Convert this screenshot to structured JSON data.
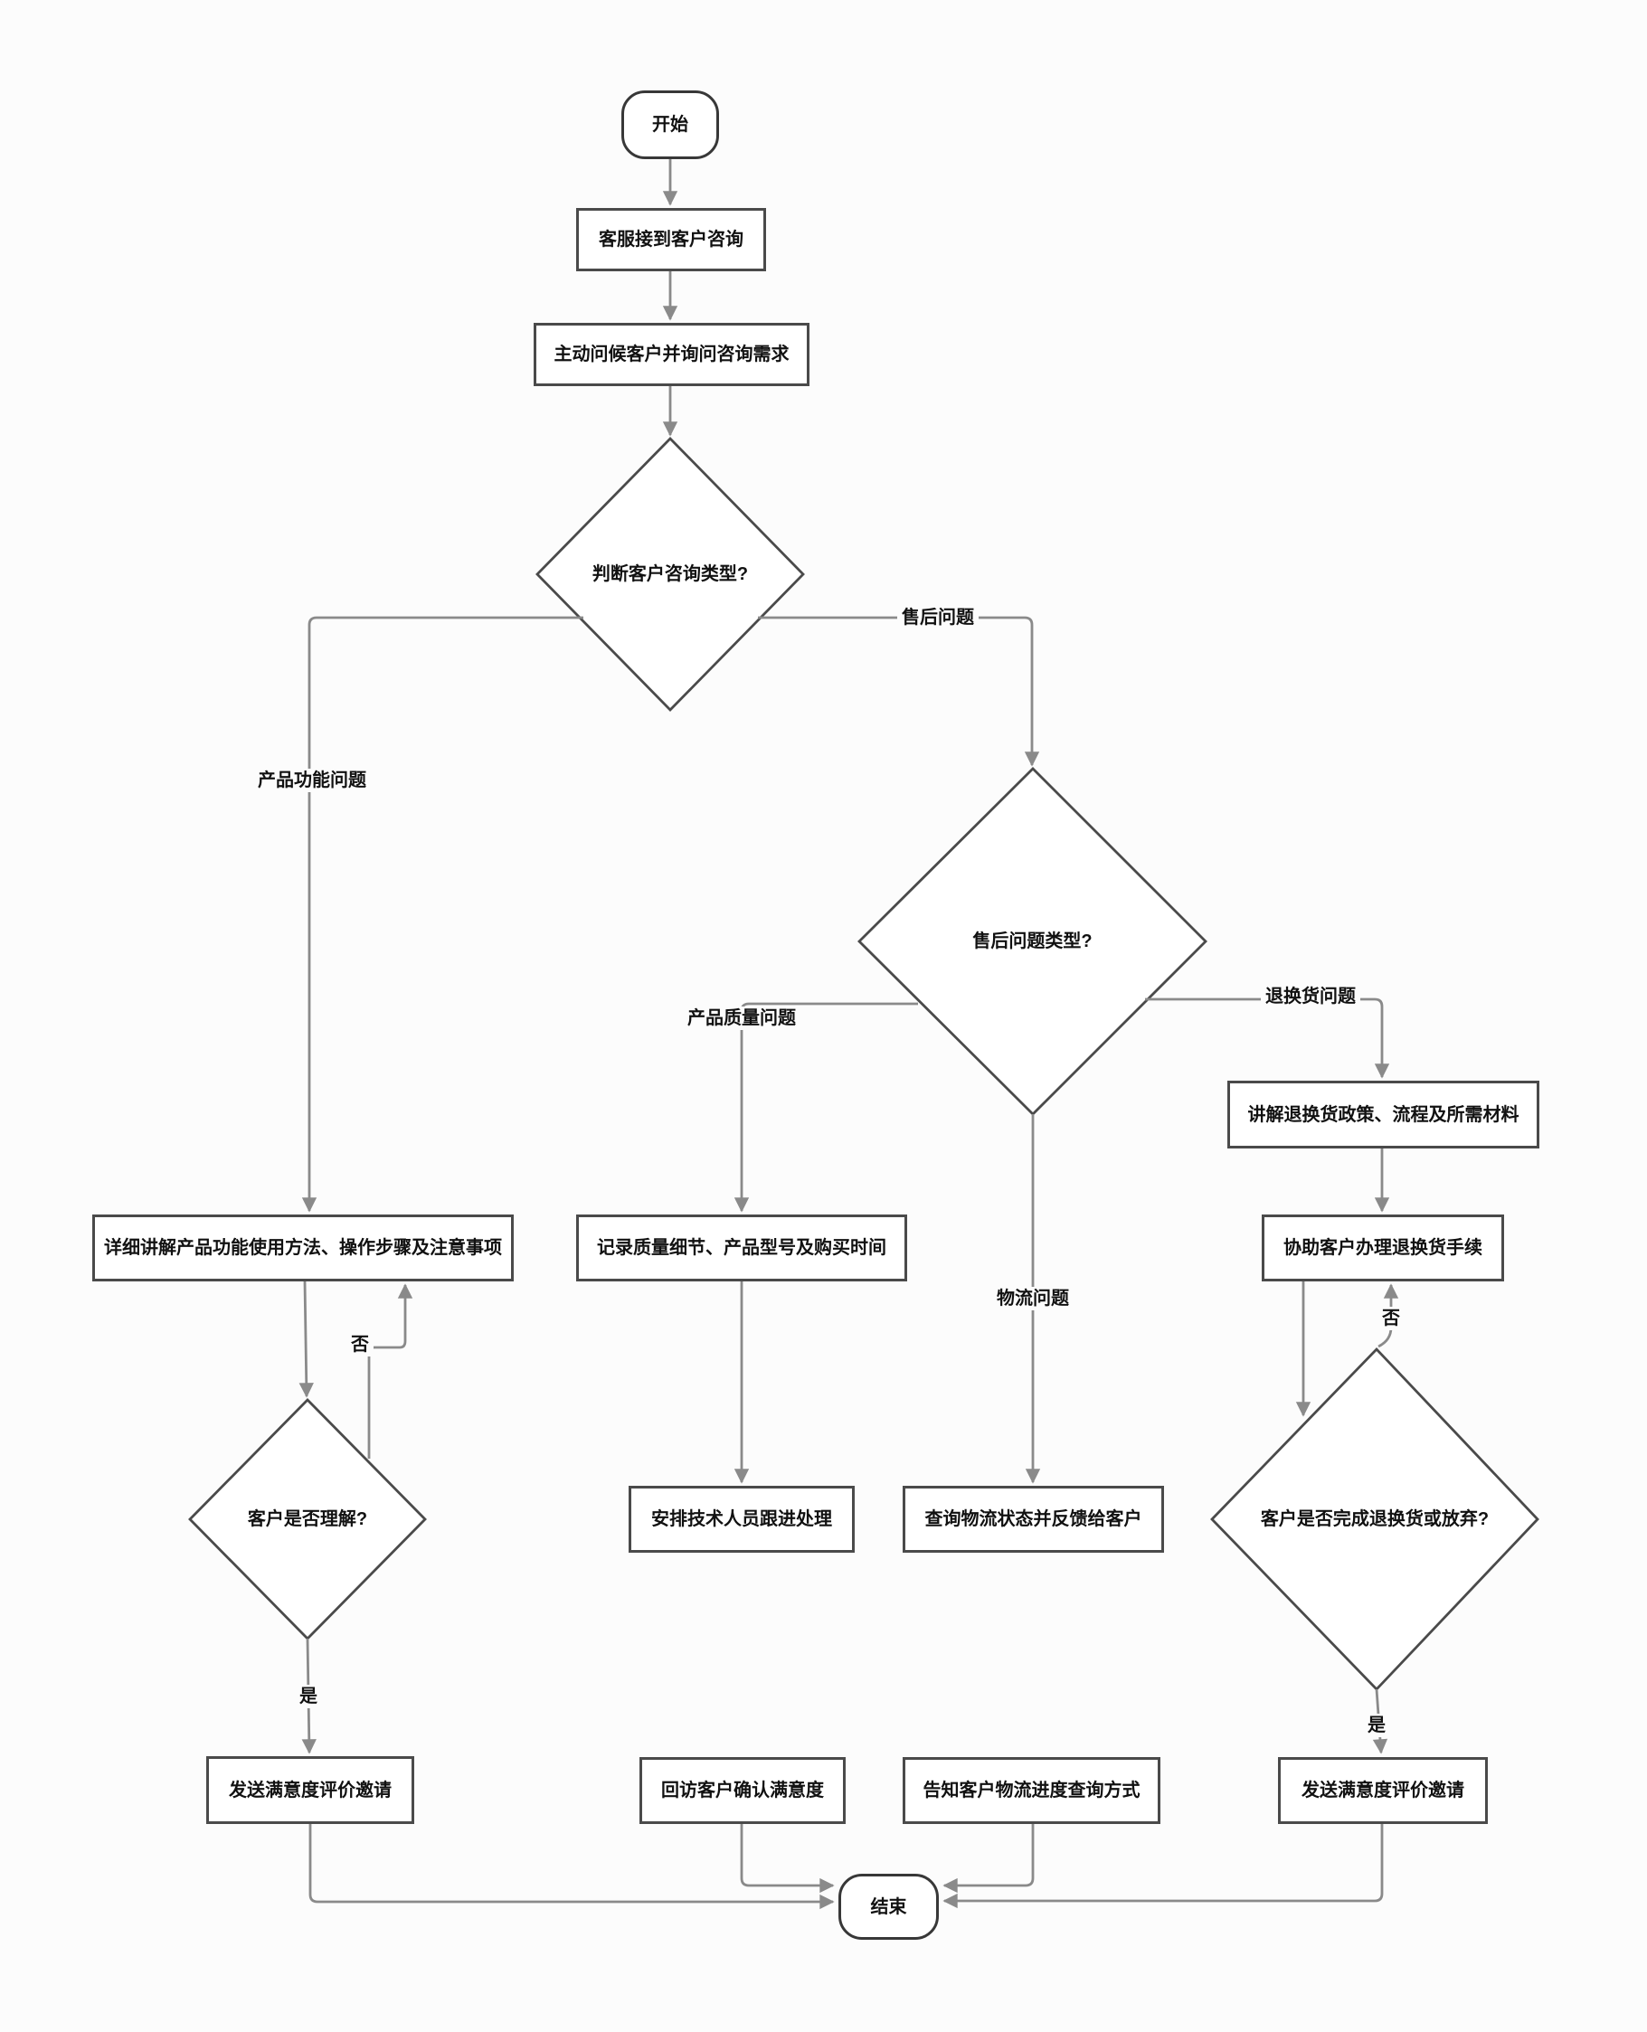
{
  "diagram": {
    "type": "flowchart",
    "nodes": {
      "start": "开始",
      "receive": "客服接到客户咨询",
      "greet": "主动问候客户并询问咨询需求",
      "decision_type": "判断客户咨询类型?",
      "decision_aftersale": "售后问题类型?",
      "explain_function": "详细讲解产品功能使用方法、操作步骤及注意事项",
      "record_quality": "记录质量细节、产品型号及购买时间",
      "explain_policy": "讲解退换货政策、流程及所需材料",
      "assist_return": "协助客户办理退换货手续",
      "decision_understand": "客户是否理解?",
      "arrange_tech": "安排技术人员跟进处理",
      "check_logistics": "查询物流状态并反馈给客户",
      "decision_return_done": "客户是否完成退换货或放弃?",
      "invite_rating_left": "发送满意度评价邀请",
      "revisit_confirm": "回访客户确认满意度",
      "inform_tracking": "告知客户物流进度查询方式",
      "invite_rating_right": "发送满意度评价邀请",
      "end": "结束"
    },
    "edge_labels": {
      "product_function": "产品功能问题",
      "aftersale": "售后问题",
      "product_quality": "产品质量问题",
      "return_exchange": "退换货问题",
      "logistics": "物流问题",
      "no_left": "否",
      "yes_left": "是",
      "no_right": "否",
      "yes_right": "是"
    },
    "colors": {
      "node_border": "#4a4a4a",
      "connector": "#8a8a8a",
      "text": "#111111",
      "node_fill": "#ffffff",
      "background": "#fcfcfc"
    }
  }
}
